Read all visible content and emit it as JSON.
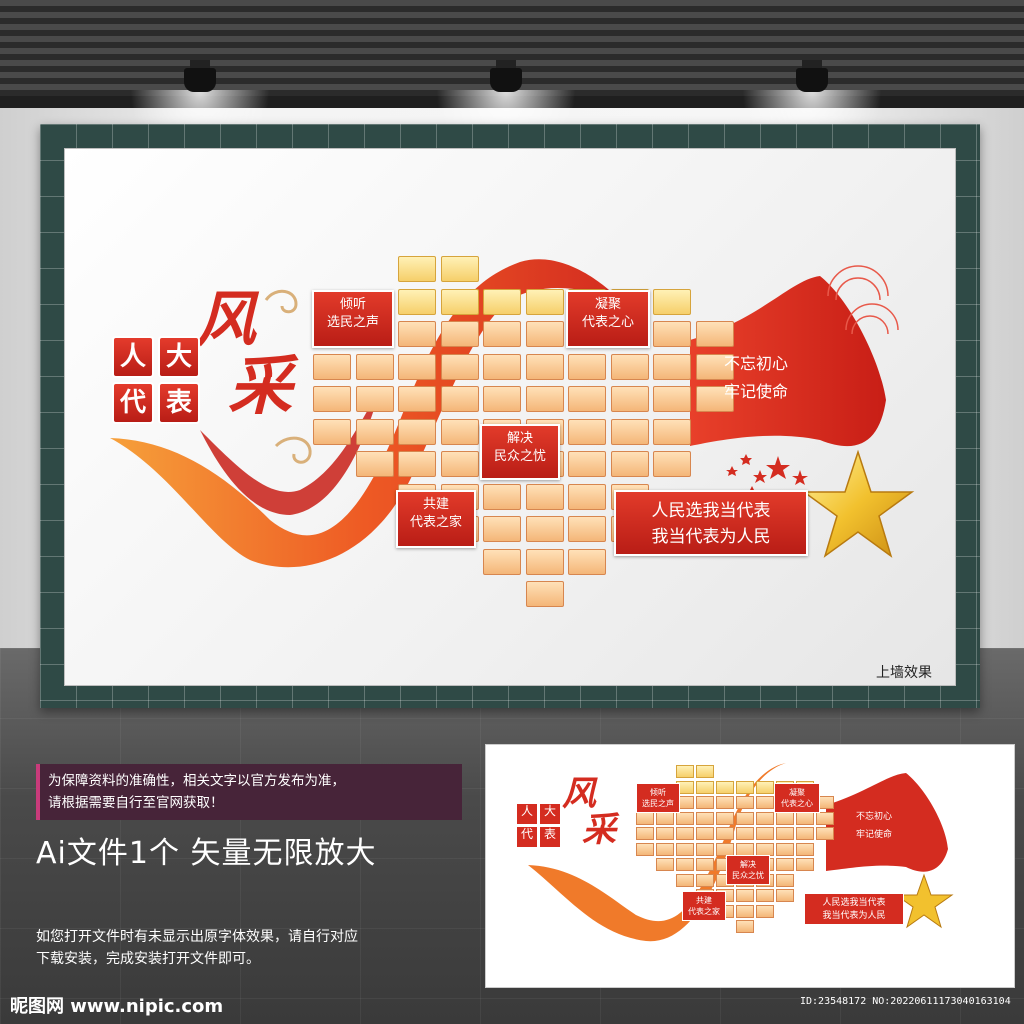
{
  "board": {
    "title_chars": [
      "人",
      "大",
      "代",
      "表"
    ],
    "brush_title": "风采",
    "labels": [
      {
        "lines": [
          "倾听",
          "选民之声"
        ]
      },
      {
        "lines": [
          "凝聚",
          "代表之心"
        ]
      },
      {
        "lines": [
          "解决",
          "民众之忧"
        ]
      },
      {
        "lines": [
          "共建",
          "代表之家"
        ]
      }
    ],
    "banner_lines": [
      "不忘初心",
      "牢记使命"
    ],
    "slogan_lines": [
      "人民选我当代表",
      "我当代表为人民"
    ],
    "wall_effect": "上墙效果"
  },
  "caption": {
    "line1": "为保障资料的准确性，相关文字以官方发布为准，",
    "line2": "请根据需要自行至官网获取！"
  },
  "headline": "Ai文件1个  矢量无限放大",
  "note": {
    "line1": "如您打开文件时有未显示出原字体效果，请自行对应",
    "line2": "下载安装，完成安装打开文件即可。"
  },
  "brand": "昵图网 www.nipic.com",
  "image_id": "ID:23548172 NO:20220611173040163104",
  "colors": {
    "red": "#d42c20",
    "orange": "#f08a2a",
    "frame": "#2f4a46",
    "caption_bg": "#472439",
    "star": "#f2c12e"
  }
}
